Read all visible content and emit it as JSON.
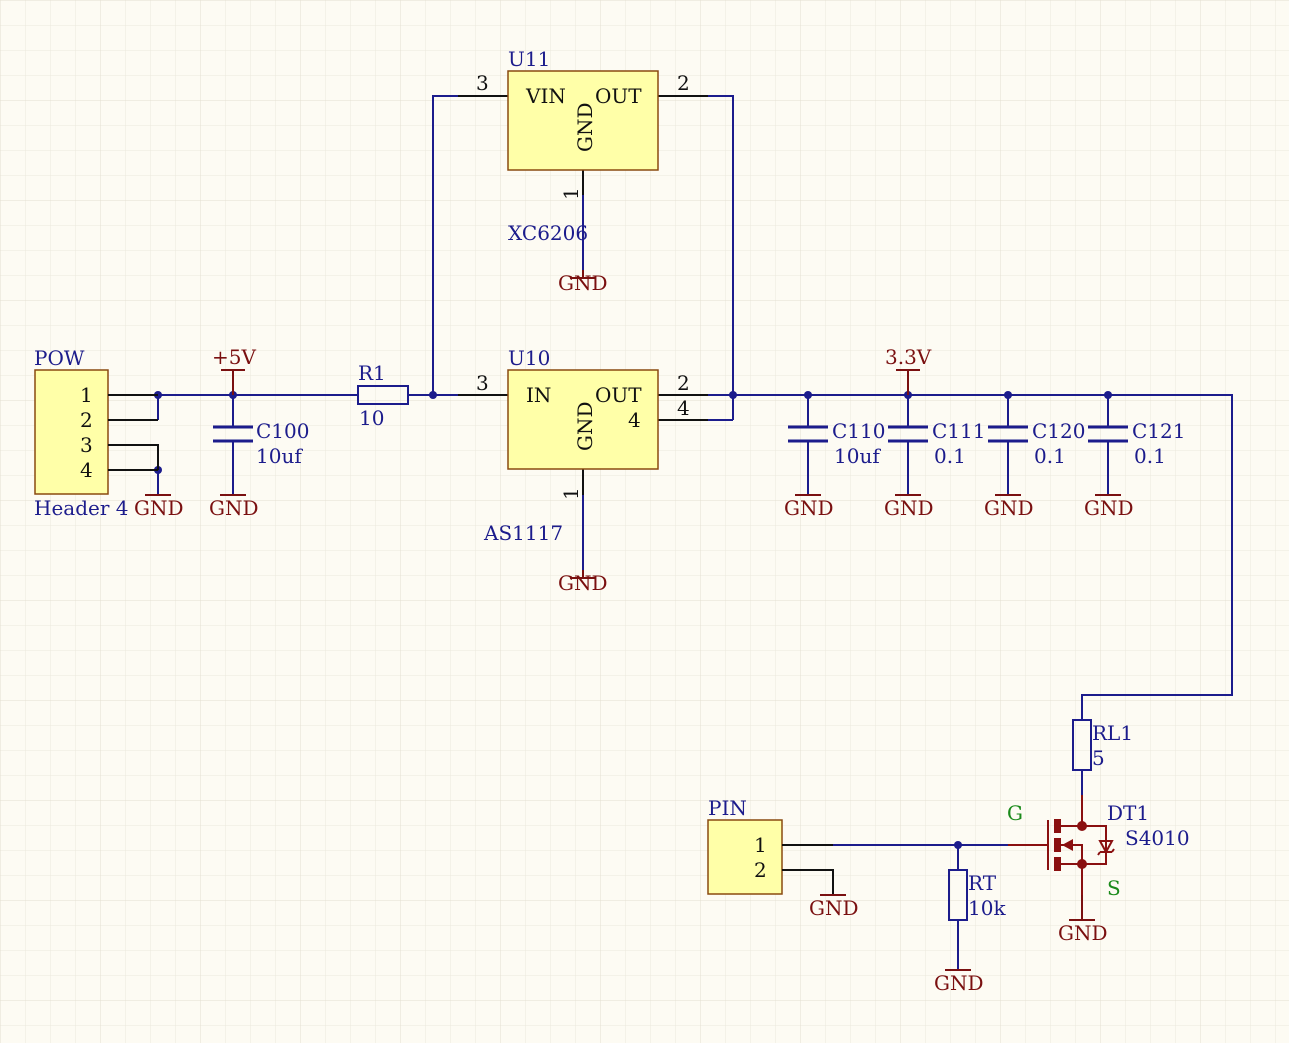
{
  "components": {
    "u11": {
      "designator": "U11",
      "part": "XC6206",
      "vin_label": "VIN",
      "out_label": "OUT",
      "gnd_label": "GND",
      "pin_vin": "3",
      "pin_out": "2",
      "pin_gnd": "1"
    },
    "u10": {
      "designator": "U10",
      "part": "AS1117",
      "in_label": "IN",
      "out_label": "OUT",
      "gnd_label": "GND",
      "pin_in": "3",
      "pin_out": "2",
      "pin_tab": "4",
      "pin_tab_inner": "4",
      "pin_gnd": "1"
    },
    "pow": {
      "designator": "POW",
      "part": "Header 4",
      "pins": [
        "1",
        "2",
        "3",
        "4"
      ]
    },
    "pin": {
      "designator": "PIN",
      "pins": [
        "1",
        "2"
      ]
    },
    "r1": {
      "designator": "R1",
      "value": "10"
    },
    "rl1": {
      "designator": "RL1",
      "value": "5"
    },
    "rt": {
      "designator": "RT",
      "value": "10k"
    },
    "c100": {
      "designator": "C100",
      "value": "10uf"
    },
    "c110": {
      "designator": "C110",
      "value": "10uf"
    },
    "c111": {
      "designator": "C111",
      "value": "0.1"
    },
    "c120": {
      "designator": "C120",
      "value": "0.1"
    },
    "c121": {
      "designator": "C121",
      "value": "0.1"
    },
    "dt1": {
      "designator": "DT1",
      "part": "S4010",
      "gate": "G",
      "source": "S"
    }
  },
  "power": {
    "v5": "+5V",
    "v33": "3.3V",
    "gnd": "GND"
  },
  "colors": {
    "wire": "#1c1c8c",
    "power_symbol": "#7a1010",
    "component_body": "#ffffa8",
    "pin_label": "#1a8a1a"
  }
}
